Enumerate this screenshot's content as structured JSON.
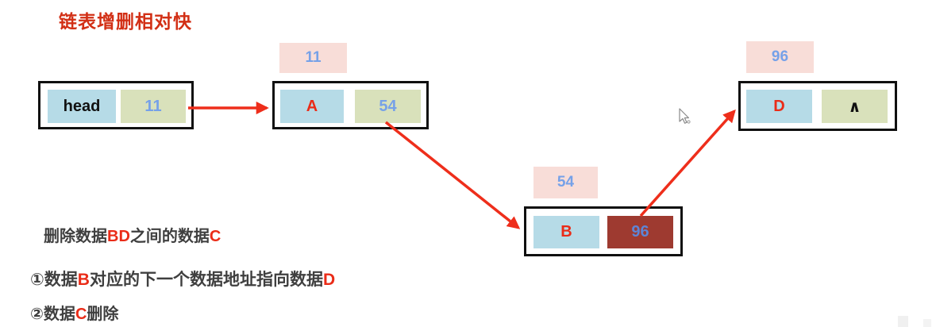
{
  "title": "链表增删相对快",
  "nodes": {
    "head": {
      "name": "head",
      "pointer": "11"
    },
    "a": {
      "addr_label": "11",
      "name": "A",
      "pointer": "54"
    },
    "b": {
      "addr_label": "54",
      "name": "B",
      "pointer": "96"
    },
    "d": {
      "addr_label": "96",
      "name": "D",
      "pointer": "∧"
    }
  },
  "notes": {
    "line1": {
      "s1": "删除数据",
      "em1": "BD",
      "s2": "之间的数据",
      "em2": "C"
    },
    "line2": {
      "s1": "①数据",
      "em1": "B",
      "s2": "对应的下一个数据地址指向数据",
      "em2": "D"
    },
    "line3": {
      "s1": "②数据",
      "em1": "C",
      "s2": "删除"
    }
  },
  "colors": {
    "title-red": "#d22f15",
    "red": "#ea2c18",
    "arrow-red": "#ee2e1b",
    "blue-value": "#76a1e8",
    "blue-value-dark-bg": "#5d85d6",
    "dark-text": "#3f3f3f",
    "cell-blue": "#b6dbe7",
    "cell-green": "#d9e1bb",
    "cell-dark-red": "#9e3a30",
    "label-pink": "#f8ddd8",
    "border": "#101010"
  }
}
